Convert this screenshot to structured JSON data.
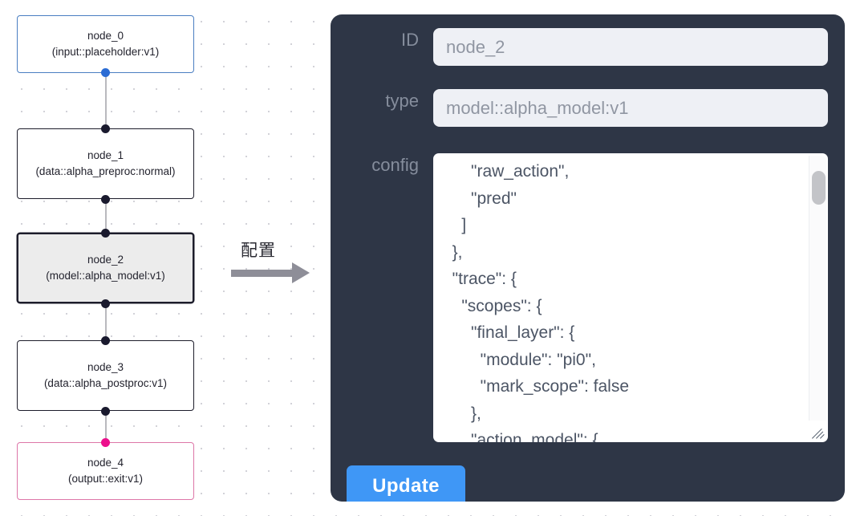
{
  "flow": {
    "nodes": [
      {
        "id": "node_0",
        "type_label": "(input::placeholder:v1)",
        "state": "input"
      },
      {
        "id": "node_1",
        "type_label": "(data::alpha_preproc:normal)",
        "state": "default"
      },
      {
        "id": "node_2",
        "type_label": "(model::alpha_model:v1)",
        "state": "selected"
      },
      {
        "id": "node_3",
        "type_label": "(data::alpha_postproc:v1)",
        "state": "default"
      },
      {
        "id": "node_4",
        "type_label": "(output::exit:v1)",
        "state": "output"
      }
    ]
  },
  "transition": {
    "label": "配置",
    "arrow_icon": "right-arrow-icon"
  },
  "panel": {
    "id_label": "ID",
    "id_value": "node_2",
    "type_label": "type",
    "type_value": "model::alpha_model:v1",
    "config_label": "config",
    "config_value": "      \"raw_action\",\n      \"pred\"\n    ]\n  },\n  \"trace\": {\n    \"scopes\": {\n      \"final_layer\": {\n        \"module\": \"pi0\",\n        \"mark_scope\": false\n      },\n      \"action_model\": {",
    "update_label": "Update",
    "accent_color": "#3f97f6",
    "panel_color": "#2e3646",
    "label_color": "#858d9c"
  },
  "colors": {
    "input_border": "#4a7ec2",
    "output_border": "#dd76a8",
    "node_border": "#1d1d2b",
    "selected_fill": "#ececec",
    "edge": "#b9b9be",
    "port": "#1a1a2e",
    "port_blue": "#2b6cd4",
    "port_pink": "#ec0f8c"
  }
}
